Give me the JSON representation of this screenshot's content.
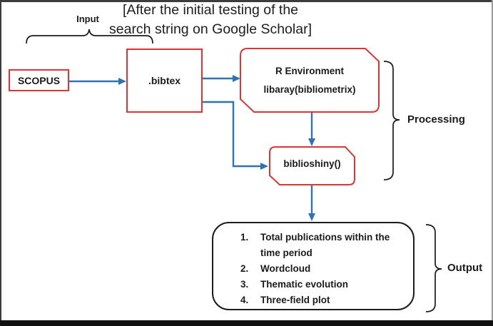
{
  "title": {
    "line1": "[After the initial testing of the",
    "line2": "search string on Google Scholar]"
  },
  "labels": {
    "input": "Input",
    "processing": "Processing",
    "output": "Output"
  },
  "nodes": {
    "scopus": {
      "label": "SCOPUS"
    },
    "bibtex": {
      "label": ".bibtex"
    },
    "r_environment": {
      "line1": "R Environment",
      "line2": "libaray(bibliometrix)"
    },
    "biblioshiny": {
      "label": "biblioshiny()"
    }
  },
  "output_box": {
    "items": [
      {
        "num": "1.",
        "text": "Total publications within the time period"
      },
      {
        "num": "2.",
        "text": "Wordcloud"
      },
      {
        "num": "3.",
        "text": "Thematic evolution"
      },
      {
        "num": "4.",
        "text": "Three-field plot"
      }
    ]
  },
  "colors": {
    "box_red": "#e03434",
    "arrow_blue": "#2e74b5",
    "ink": "#1b1b1b"
  }
}
